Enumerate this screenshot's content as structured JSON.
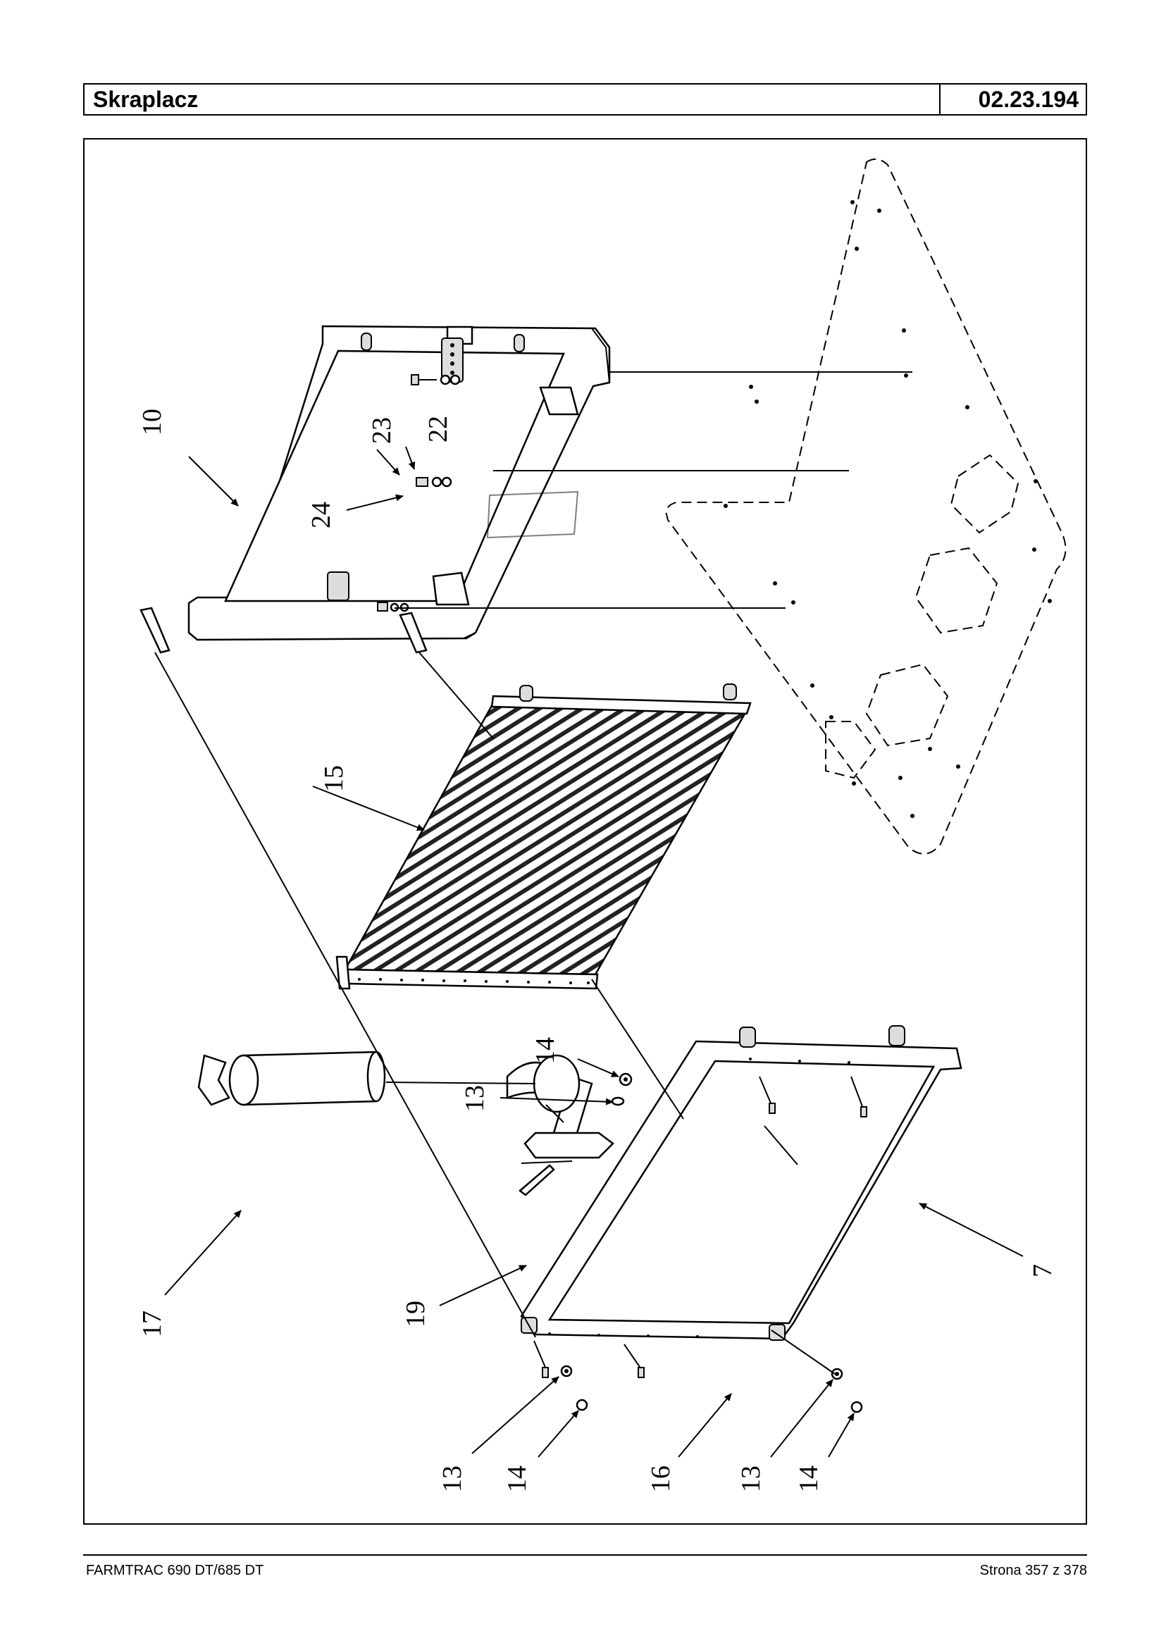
{
  "header": {
    "title": "Skraplacz",
    "code": "02.23.194"
  },
  "footer": {
    "left": "FARMTRAC 690 DT/685 DT",
    "right": "Strona 357 z 378"
  },
  "callouts": {
    "c10": "10",
    "c23": "23",
    "c22": "22",
    "c24": "24",
    "c15": "15",
    "c17": "17",
    "c19": "19",
    "c14a": "14",
    "c13a": "13",
    "c7": "7",
    "c13b": "13",
    "c14b": "14",
    "c16": "16",
    "c13c": "13",
    "c14c": "14"
  }
}
